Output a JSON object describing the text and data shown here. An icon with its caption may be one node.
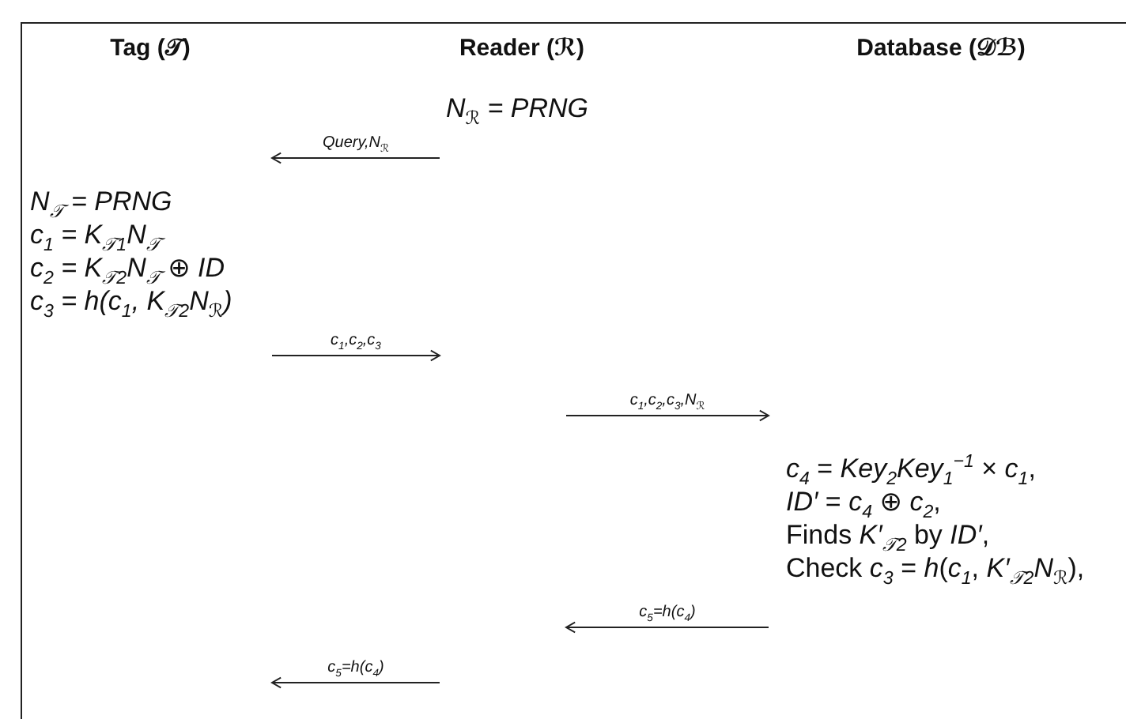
{
  "diagram": {
    "nodes": [
      {
        "text": [
          "Tag (𝒯)"
        ]
      },
      {
        "text": [
          "Reader (ℛ)"
        ]
      },
      {
        "text": [
          "Database (𝒟ℬ)"
        ]
      },
      {
        "text": [
          "N$_{ℛ}$ = PRNG"
        ]
      },
      {
        "text": [
          "N$_{𝒯}$ = PRNG",
          "c$_{1}$ = K$_{𝒯1}$N$_{𝒯}$",
          "c$_{2}$ = K$_{𝒯2}$N$_{𝒯}$ ⊕ ID",
          "c$_{3}$ = h(c$_{1}$, K$_{𝒯2}$N$_{ℛ}$)"
        ]
      },
      {
        "text": [
          "*c*$_{4}$ = *Key*$_{2}$*Key*$_{1}$$^{−1}$ × *c*$_{1}$,",
          "*ID′* = *c*$_{4}$ ⊕ *c*$_{2}$,",
          "Finds *K′*$_{𝒯2}$ by *ID′*,",
          "Check *c*$_{3}$ = *h*(*c*$_{1}$, *K′*$_{𝒯2}$*N*$_{ℛ}$),"
        ]
      }
    ],
    "labels": [
      "Query,N$_{ℛ}$",
      "c$_{1}$,c$_{2}$,c$_{3}$",
      "c$_{1}$,c$_{2}$,c$_{3}$,N$_{ℛ}$",
      "c$_{5}$=h(c$_{4}$)",
      "c$_{5}$=h(c$_{4}$)"
    ]
  }
}
